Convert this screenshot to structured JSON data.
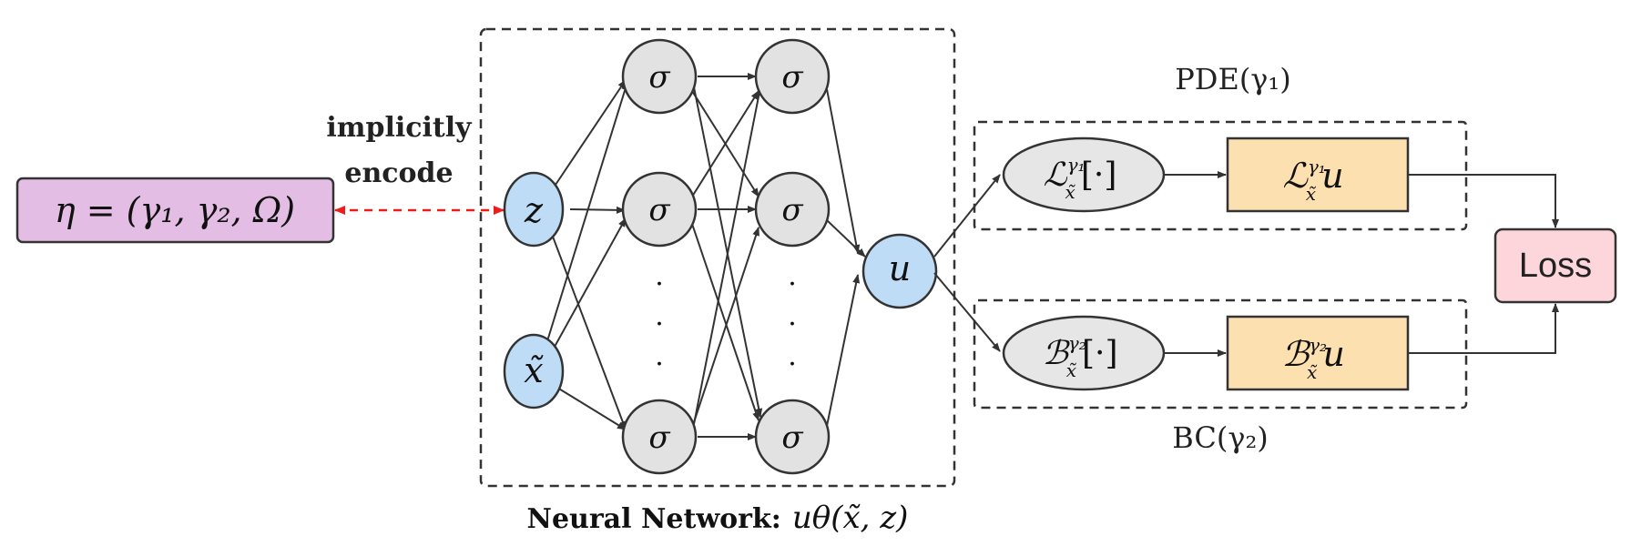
{
  "eta_box": {
    "text": "η = (γ₁, γ₂, Ω)"
  },
  "encode_label": {
    "line1": "implicitly",
    "line2": "encode"
  },
  "network": {
    "caption_prefix": "Neural Network:",
    "caption_math": "uθ(x̃, z)",
    "input_z": "z",
    "input_x": "x̃",
    "hidden_symbol": "σ",
    "ellipsis": "·",
    "output": "u"
  },
  "pde_branch": {
    "title": "PDE(γ₁)",
    "operator": "ℒ",
    "operator_sup": "γ₁",
    "operator_sub": "x̃",
    "operator_arg": "[·]",
    "result_u": "u"
  },
  "bc_branch": {
    "title": "BC(γ₂)",
    "operator": "ℬ",
    "operator_sup": "γ₂",
    "operator_sub": "x̃",
    "operator_arg": "[·]",
    "result_u": "u"
  },
  "loss": {
    "label": "Loss"
  },
  "colors": {
    "eta_fill": "#e3bde3",
    "input_fill": "#bfdcf7",
    "hidden_fill": "#e2e2e2",
    "operator_fill": "#e6e6e6",
    "result_fill": "#fde0b0",
    "loss_fill": "#fdd6db",
    "encode_arrow": "#ee1c1c",
    "stroke": "#333333"
  }
}
